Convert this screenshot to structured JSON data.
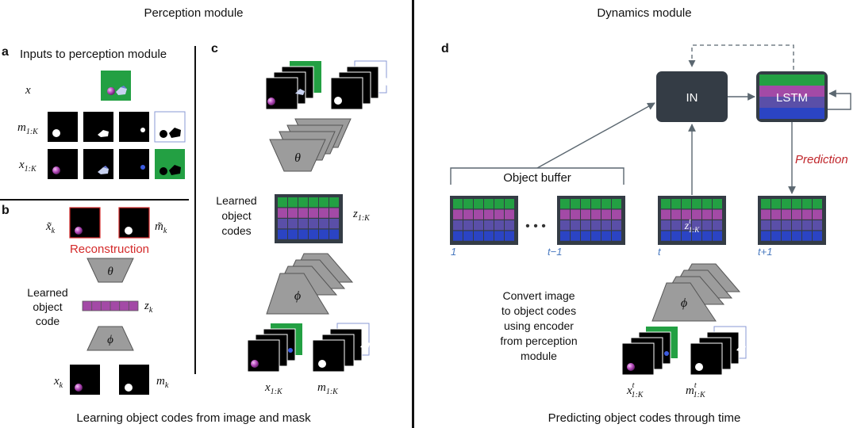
{
  "header": {
    "perception_title": "Perception module",
    "dynamics_title": "Dynamics module"
  },
  "panels": {
    "a": {
      "letter": "a",
      "title": "Inputs to perception module",
      "row_x": "x",
      "row_m": {
        "base": "m",
        "sub": "1:K"
      },
      "row_xk": {
        "base": "x",
        "sub": "1:K"
      }
    },
    "b": {
      "letter": "b",
      "x_tilde": {
        "base": "x̃",
        "sub": "k"
      },
      "m_tilde": {
        "base": "m̃",
        "sub": "k"
      },
      "reconstruction": "Reconstruction",
      "decoder": "θ",
      "code_label_1": "Learned",
      "code_label_2": "object",
      "code_label_3": "code",
      "z": {
        "base": "z",
        "sub": "k"
      },
      "encoder": "ϕ",
      "x": {
        "base": "x",
        "sub": "k"
      },
      "m": {
        "base": "m",
        "sub": "k"
      }
    },
    "c": {
      "letter": "c",
      "decoder": "θ",
      "codes_label_1": "Learned",
      "codes_label_2": "object",
      "codes_label_3": "codes",
      "z": {
        "base": "z",
        "sub": "1:K"
      },
      "encoder": "ϕ",
      "x": {
        "base": "x",
        "sub": "1:K"
      },
      "m": {
        "base": "m",
        "sub": "1:K"
      }
    },
    "d": {
      "letter": "d",
      "in_label": "IN",
      "lstm_label": "LSTM",
      "prediction": "Prediction",
      "object_buffer": "Object buffer",
      "ellipsis": "• • •",
      "grid_labels": [
        "1",
        "t−1",
        "t",
        "t+1"
      ],
      "z_t": {
        "base": "z",
        "sup": "t",
        "sub": "1:K"
      },
      "encoder": "ϕ",
      "convert_1": "Convert image",
      "convert_2": "to object codes",
      "convert_3": "using encoder",
      "convert_4": "from perception",
      "convert_5": "module",
      "x_t": {
        "base": "x",
        "sup": "t",
        "sub": "1:K"
      },
      "m_t": {
        "base": "m",
        "sup": "t",
        "sub": "1:K"
      }
    }
  },
  "footer": {
    "perception_caption": "Learning object codes from image and mask",
    "dynamics_caption": "Predicting object codes through time"
  },
  "colors": {
    "green": "#23a043",
    "magenta": "#a34aa6",
    "purple": "#5a4fa8",
    "blue": "#2b44c4",
    "reconstruction_red": "#d42a2a",
    "prediction_red": "#c0262b",
    "label_blue": "#4a7ac0",
    "module_box": "#343c45"
  }
}
